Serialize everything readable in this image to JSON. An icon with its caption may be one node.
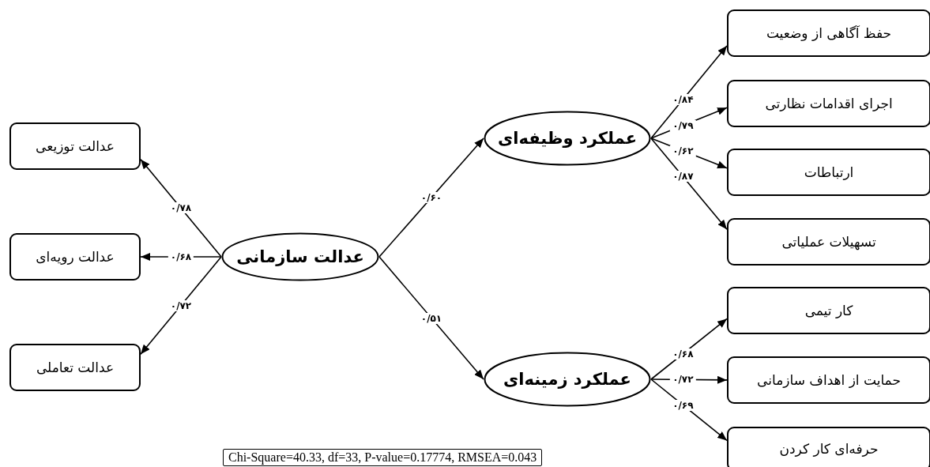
{
  "diagram": {
    "nodes": [
      {
        "text": [
          "عدالت سازمانی"
        ]
      },
      {
        "text": [
          "عملکرد وظیفه‌ای"
        ]
      },
      {
        "text": [
          "عملکرد زمینه‌ای"
        ]
      },
      {
        "text": [
          "عدالت توزیعی"
        ]
      },
      {
        "text": [
          "عدالت رویه‌ای"
        ]
      },
      {
        "text": [
          "عدالت تعاملی"
        ]
      },
      {
        "text": [
          "حفظ آگاهی از وضعیت"
        ]
      },
      {
        "text": [
          "اجرای اقدامات نظارتی"
        ]
      },
      {
        "text": [
          "ارتباطات"
        ]
      },
      {
        "text": [
          "تسهیلات عملیاتی"
        ]
      },
      {
        "text": [
          "کار تیمی"
        ]
      },
      {
        "text": [
          "حمایت از اهداف سازمانی"
        ]
      },
      {
        "text": [
          "حرفه‌ای کار کردن"
        ]
      }
    ],
    "edges": [
      {
        "from": 0,
        "to": 3,
        "arrow": "to",
        "label": "۰/۷۸"
      },
      {
        "from": 0,
        "to": 4,
        "arrow": "to",
        "label": "۰/۶۸"
      },
      {
        "from": 0,
        "to": 5,
        "arrow": "to",
        "label": "۰/۷۲"
      },
      {
        "from": 0,
        "to": 1,
        "arrow": "to",
        "label": "۰/۶۰"
      },
      {
        "from": 0,
        "to": 2,
        "arrow": "to",
        "label": "۰/۵۱"
      },
      {
        "from": 1,
        "to": 6,
        "arrow": "to",
        "label": "۰/۸۴"
      },
      {
        "from": 1,
        "to": 7,
        "arrow": "to",
        "label": "۰/۷۹"
      },
      {
        "from": 1,
        "to": 8,
        "arrow": "to",
        "label": "۰/۶۲"
      },
      {
        "from": 1,
        "to": 9,
        "arrow": "to",
        "label": "۰/۸۷"
      },
      {
        "from": 2,
        "to": 10,
        "arrow": "to",
        "label": "۰/۶۸"
      },
      {
        "from": 2,
        "to": 11,
        "arrow": "to",
        "label": "۰/۷۲"
      },
      {
        "from": 2,
        "to": 12,
        "arrow": "to",
        "label": "۰/۶۹"
      }
    ],
    "labels": [
      "Chi-Square=40.33, df=33, P-value=0.17774, RMSEA=0.043"
    ]
  }
}
